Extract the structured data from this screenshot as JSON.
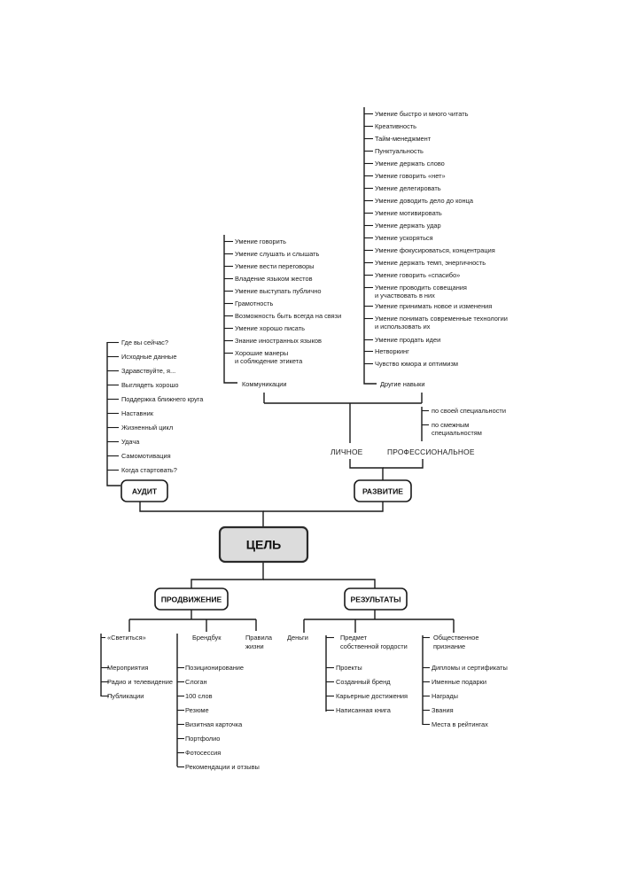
{
  "goal": "ЦЕЛЬ",
  "audit": {
    "label": "АУДИТ",
    "items": [
      "Где вы сейчас?",
      "Исходные данные",
      "Здравствуйте, я...",
      "Выглядеть хорошо",
      "Поддержка ближнего круга",
      "Наставник",
      "Жизненный цикл",
      "Удача",
      "Самомотивация",
      "Когда стартовать?"
    ]
  },
  "development": {
    "label": "РАЗВИТИЕ",
    "personal_label": "ЛИЧНОЕ",
    "professional_label": "ПРОФЕССИОНАЛЬНОЕ",
    "professional_items": [
      [
        "по своей специальности"
      ],
      [
        "по смежным",
        "специальностям"
      ]
    ],
    "communications": {
      "label": "Коммуникации",
      "items": [
        [
          "Умение говорить"
        ],
        [
          "Умение слушать и слышать"
        ],
        [
          "Умение вести переговоры"
        ],
        [
          "Владение языком жестов"
        ],
        [
          "Умение выступать публично"
        ],
        [
          "Грамотность"
        ],
        [
          "Возможность быть всегда на связи"
        ],
        [
          "Умение хорошо писать"
        ],
        [
          "Знание иностранных языков"
        ],
        [
          "Хорошие манеры",
          "и соблюдение этикета"
        ]
      ]
    },
    "other_skills": {
      "label": "Другие навыки",
      "items": [
        [
          "Умение быстро и много читать"
        ],
        [
          "Креативность"
        ],
        [
          "Тайм-менеджмент"
        ],
        [
          "Пунктуальность"
        ],
        [
          "Умение держать слово"
        ],
        [
          "Умение говорить «нет»"
        ],
        [
          "Умение делегировать"
        ],
        [
          "Умение доводить дело до конца"
        ],
        [
          "Умение мотивировать"
        ],
        [
          "Умение держать удар"
        ],
        [
          "Умение ускоряться"
        ],
        [
          "Умение фокусироваться, концентрация"
        ],
        [
          "Умение держать темп, энергичность"
        ],
        [
          "Умение говорить «спасибо»"
        ],
        [
          "Умение проводить совещания",
          "и участвовать в них"
        ],
        [
          "Умение принимать новое и изменения"
        ],
        [
          "Умение понимать современные технологии",
          "и использовать их"
        ],
        [
          "Умение продать идеи"
        ],
        [
          "Нетворкинг"
        ],
        [
          "Чувство юмора и оптимизм"
        ]
      ]
    }
  },
  "promotion": {
    "label": "ПРОДВИЖЕНИЕ",
    "shine": {
      "label": "«Светиться»",
      "items": [
        "Мероприятия",
        "Радио и телевидение",
        "Публикации"
      ]
    },
    "brandbook": {
      "label": "Брендбук",
      "items": [
        "Позиционирование",
        "Слоган",
        "100 слов",
        "Резюме",
        "Визитная карточка",
        "Портфолио",
        "Фотосессия",
        "Рекомендации и отзывы"
      ]
    },
    "life_rules": [
      "Правила",
      "жизни"
    ]
  },
  "results": {
    "label": "РЕЗУЛЬТАТЫ",
    "money": "Деньги",
    "pride": {
      "label": [
        "Предмет",
        "собственной гордости"
      ],
      "items": [
        "Проекты",
        "Созданный бренд",
        "Карьерные достижения",
        "Написанная книга"
      ]
    },
    "recognition": {
      "label": [
        "Общественное",
        "признание"
      ],
      "items": [
        "Дипломы и сертификаты",
        "Именные подарки",
        "Награды",
        "Звания",
        "Места в рейтингах"
      ]
    }
  }
}
